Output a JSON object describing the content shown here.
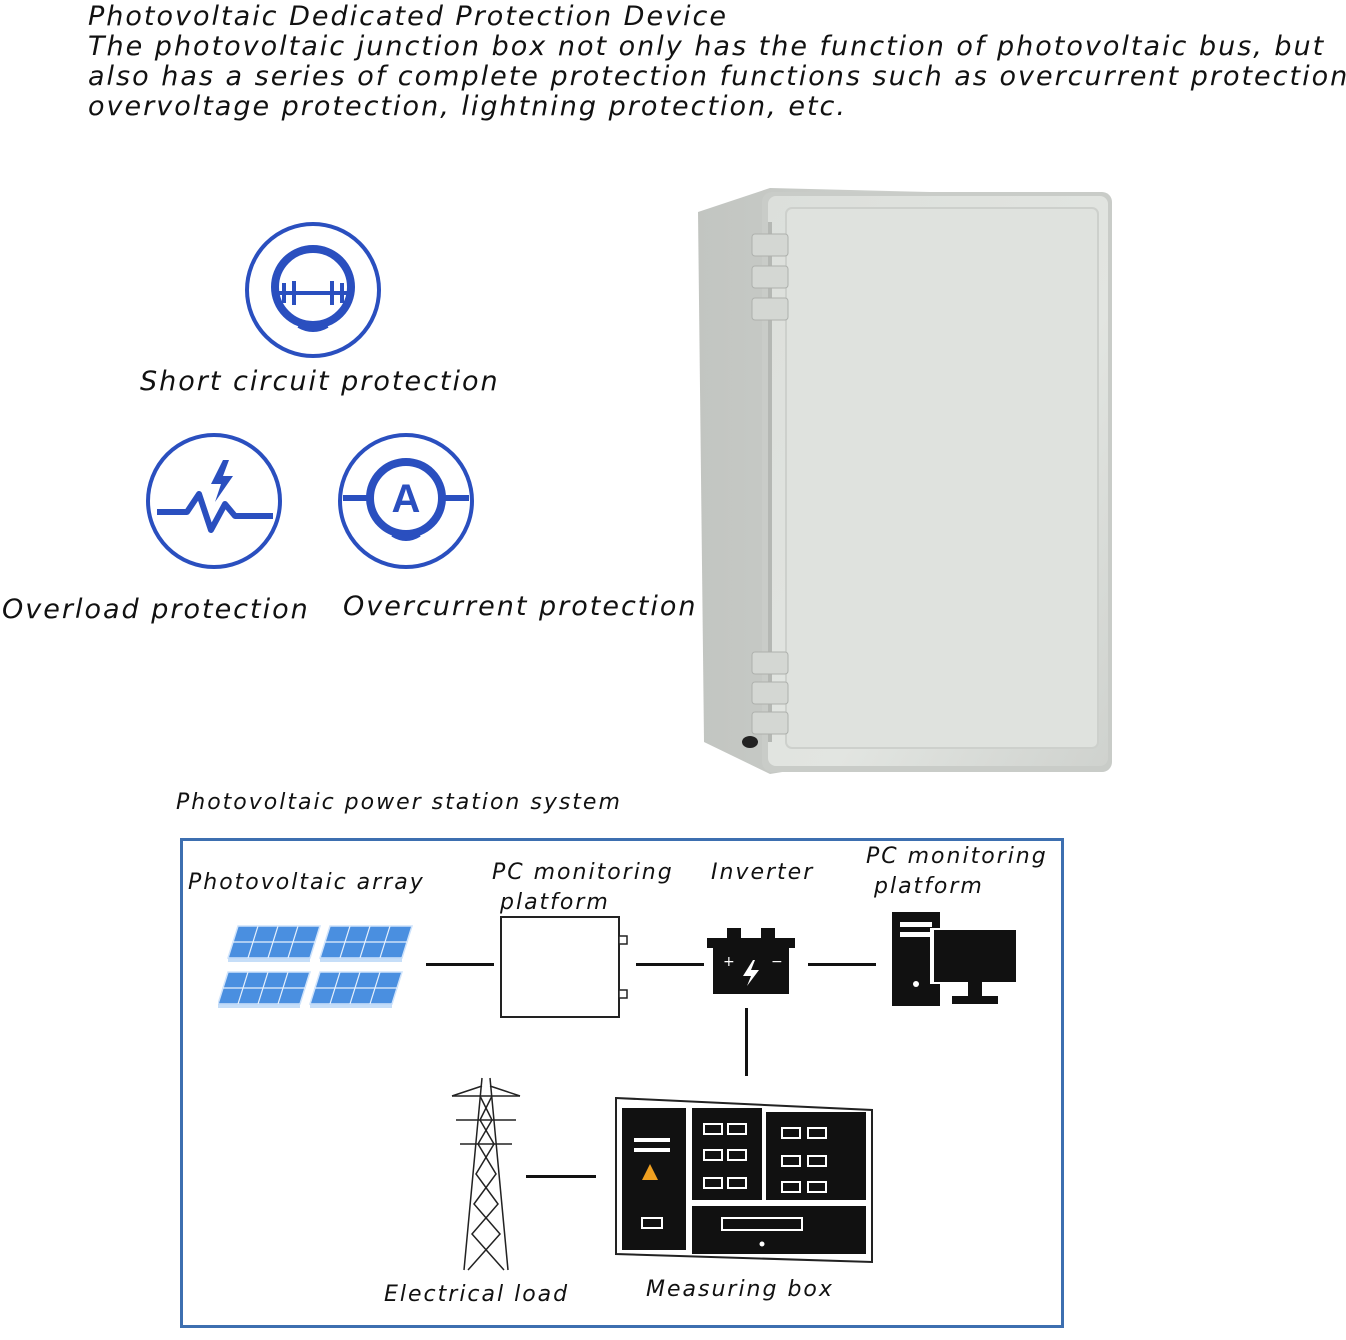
{
  "header": {
    "title": "Photovoltaic Dedicated Protection Device",
    "description_lines": [
      "The photovoltaic junction box not only has the function of photovoltaic bus, but",
      "also has a series of complete protection functions such as overcurrent protection,",
      "overvoltage protection, lightning protection, etc."
    ]
  },
  "features": [
    {
      "label": "Short circuit protection",
      "icon": "short-circuit-icon"
    },
    {
      "label": "Overload protection",
      "icon": "overload-icon"
    },
    {
      "label": "Overcurrent protection",
      "icon": "ammeter-icon"
    }
  ],
  "system": {
    "title": "Photovoltaic power station system",
    "nodes": {
      "pv_array": "Photovoltaic array",
      "pc_platform_1": [
        "PC monitoring",
        "platform"
      ],
      "inverter": "Inverter",
      "pc_platform_2": [
        "PC monitoring",
        "platform"
      ],
      "electrical_load": "Electrical load",
      "measuring_box": "Measuring box"
    }
  },
  "colors": {
    "icon_blue": "#2a4fbf",
    "frame_blue": "#3d6fb0",
    "enclosure_grey": "#d9dcd8",
    "panel_blue": "#4a8fe0"
  }
}
